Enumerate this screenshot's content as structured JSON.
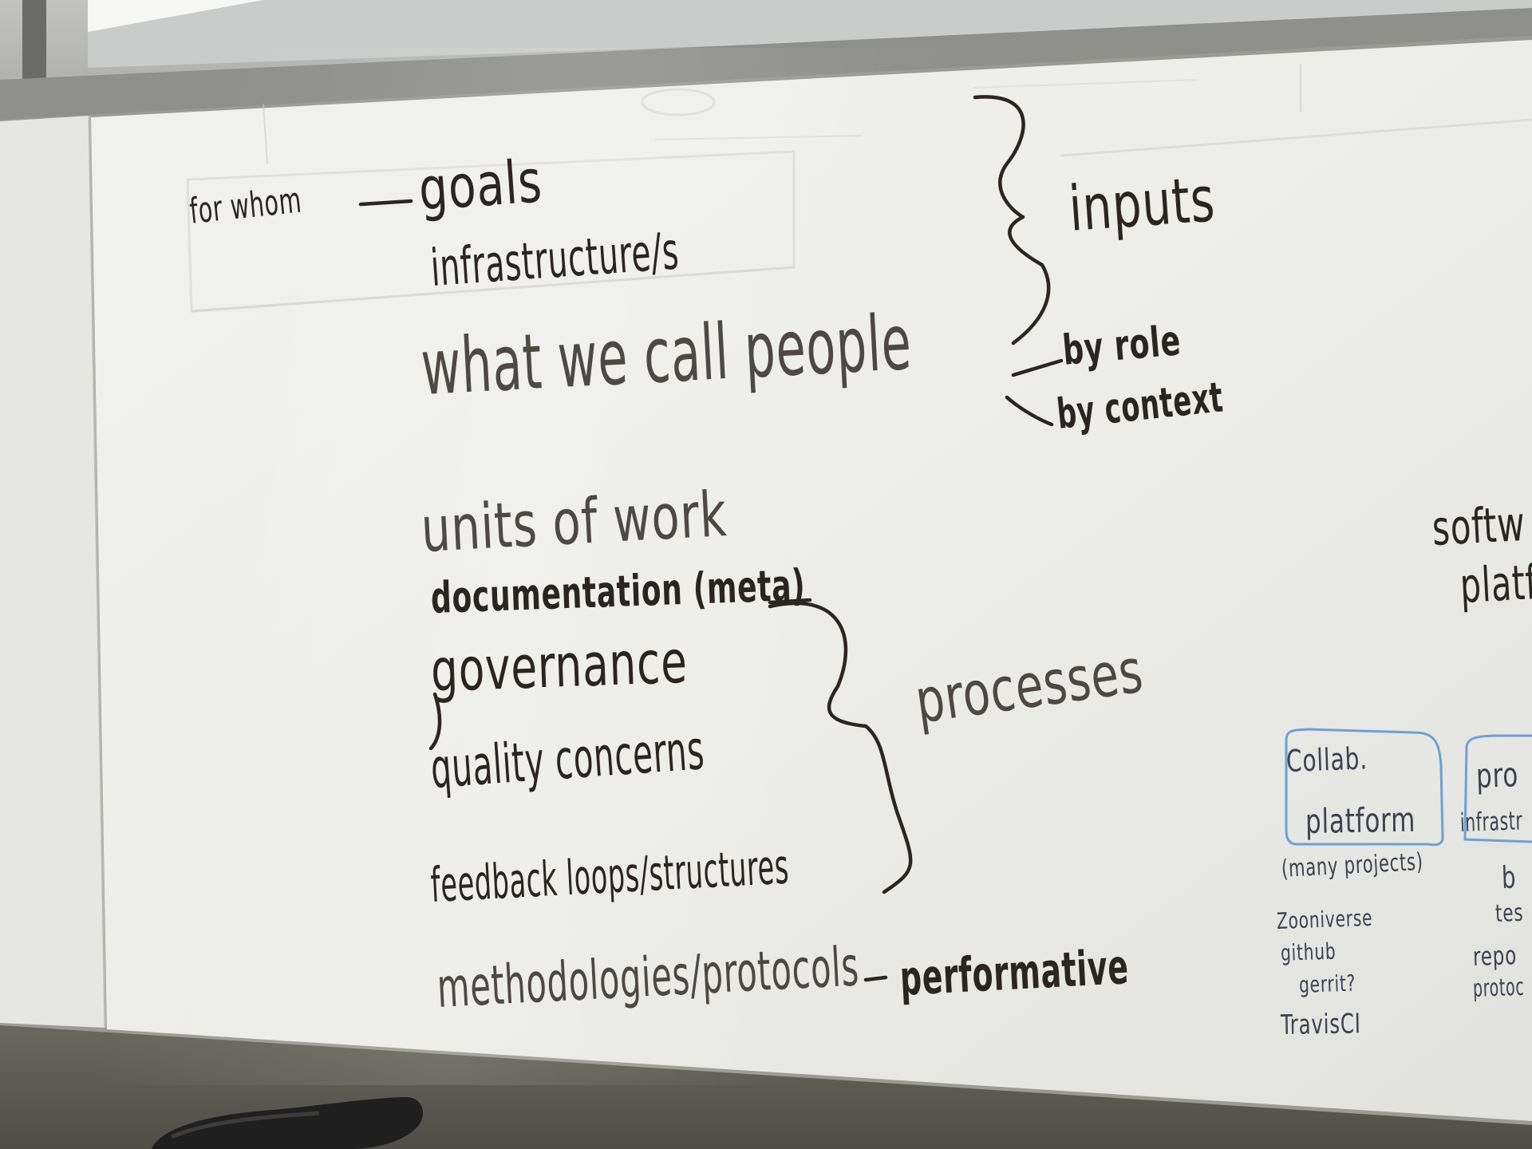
{
  "board": {
    "top_section": {
      "for_whom": "for whom",
      "goals": "goals",
      "infrastructure": "infrastructure/s",
      "what_we_call_people": "what we call people",
      "inputs": "inputs",
      "by_role": "by role",
      "by_context": "by context"
    },
    "middle_section": {
      "units_of_work": "units of work",
      "documentation": "documentation (meta)",
      "governance": "governance",
      "quality_concerns": "quality concerns",
      "feedback_loops": "feedback loops/structures",
      "methodologies": "methodologies/protocols",
      "performative": "performative",
      "processes": "processes"
    },
    "right_section": {
      "software_fragment": "softw",
      "platform_fragment": "platf",
      "collab_box_line1": "Collab.",
      "collab_box_line2": "platform",
      "collab_note": "(many projects)",
      "collab_items": [
        "Zooniverse",
        "github",
        "gerrit?",
        "TravisCI"
      ],
      "project_box_line1": "pro",
      "project_box_line2": "infrastr",
      "project_items": [
        "b",
        "tes",
        "repo",
        "protoc"
      ]
    }
  },
  "colors": {
    "ink": "#2a2521",
    "blue_ink": "#3d4150",
    "board_white": "#eeeeeb",
    "frame_gray": "#9a9994"
  },
  "objects": {
    "bottom_seat": "bicycle seat"
  }
}
